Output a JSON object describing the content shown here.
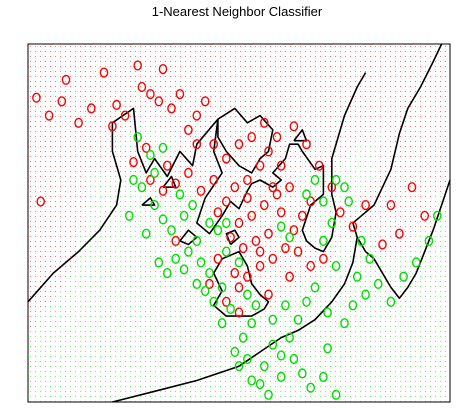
{
  "chart_data": {
    "type": "scatter",
    "title": "1-Nearest Neighbor Classifier",
    "xlabel": "",
    "ylabel": "",
    "xlim": [
      0,
      1
    ],
    "ylim": [
      0,
      1
    ],
    "grid": false,
    "background": "class-colored dot grid",
    "marker": "open circle",
    "colors": {
      "red": "#ff0000",
      "green": "#00dd00",
      "boundary": "#000000"
    },
    "series": [
      {
        "color": "#ff0000",
        "points": [
          [
            0.09,
            0.9
          ],
          [
            0.08,
            0.84
          ],
          [
            0.18,
            0.92
          ],
          [
            0.26,
            0.94
          ],
          [
            0.32,
            0.93
          ],
          [
            0.27,
            0.88
          ],
          [
            0.29,
            0.86
          ],
          [
            0.21,
            0.83
          ],
          [
            0.23,
            0.8
          ],
          [
            0.12,
            0.78
          ],
          [
            0.05,
            0.8
          ],
          [
            0.02,
            0.85
          ],
          [
            0.15,
            0.82
          ],
          [
            0.2,
            0.77
          ],
          [
            0.31,
            0.84
          ],
          [
            0.34,
            0.82
          ],
          [
            0.36,
            0.86
          ],
          [
            0.4,
            0.8
          ],
          [
            0.42,
            0.84
          ],
          [
            0.38,
            0.76
          ],
          [
            0.4,
            0.72
          ],
          [
            0.33,
            0.66
          ],
          [
            0.28,
            0.71
          ],
          [
            0.25,
            0.67
          ],
          [
            0.29,
            0.62
          ],
          [
            0.32,
            0.59
          ],
          [
            0.35,
            0.61
          ],
          [
            0.38,
            0.64
          ],
          [
            0.41,
            0.59
          ],
          [
            0.44,
            0.62
          ],
          [
            0.47,
            0.68
          ],
          [
            0.5,
            0.72
          ],
          [
            0.53,
            0.74
          ],
          [
            0.56,
            0.78
          ],
          [
            0.59,
            0.74
          ],
          [
            0.57,
            0.7
          ],
          [
            0.55,
            0.66
          ],
          [
            0.52,
            0.62
          ],
          [
            0.49,
            0.6
          ],
          [
            0.47,
            0.56
          ],
          [
            0.45,
            0.53
          ],
          [
            0.5,
            0.5
          ],
          [
            0.53,
            0.52
          ],
          [
            0.56,
            0.55
          ],
          [
            0.59,
            0.58
          ],
          [
            0.62,
            0.6
          ],
          [
            0.6,
            0.53
          ],
          [
            0.57,
            0.47
          ],
          [
            0.54,
            0.45
          ],
          [
            0.51,
            0.43
          ],
          [
            0.48,
            0.46
          ],
          [
            0.45,
            0.4
          ],
          [
            0.49,
            0.36
          ],
          [
            0.52,
            0.35
          ],
          [
            0.55,
            0.38
          ],
          [
            0.58,
            0.4
          ],
          [
            0.61,
            0.43
          ],
          [
            0.63,
            0.48
          ],
          [
            0.65,
            0.52
          ],
          [
            0.67,
            0.56
          ],
          [
            0.64,
            0.42
          ],
          [
            0.67,
            0.38
          ],
          [
            0.7,
            0.4
          ],
          [
            0.74,
            0.53
          ],
          [
            0.77,
            0.49
          ],
          [
            0.8,
            0.55
          ],
          [
            0.84,
            0.44
          ],
          [
            0.88,
            0.47
          ],
          [
            0.91,
            0.6
          ],
          [
            0.86,
            0.55
          ],
          [
            0.94,
            0.52
          ],
          [
            0.44,
            0.72
          ],
          [
            0.35,
            0.45
          ],
          [
            0.43,
            0.33
          ],
          [
            0.57,
            0.3
          ],
          [
            0.47,
            0.28
          ],
          [
            0.5,
            0.25
          ],
          [
            0.03,
            0.56
          ],
          [
            0.63,
            0.77
          ],
          [
            0.66,
            0.72
          ],
          [
            0.69,
            0.66
          ],
          [
            0.72,
            0.6
          ],
          [
            0.52,
            0.57
          ],
          [
            0.55,
            0.42
          ],
          [
            0.62,
            0.35
          ],
          [
            0.5,
            0.32
          ],
          [
            0.58,
            0.6
          ],
          [
            0.6,
            0.66
          ]
        ]
      },
      {
        "color": "#00dd00",
        "points": [
          [
            0.26,
            0.74
          ],
          [
            0.29,
            0.69
          ],
          [
            0.25,
            0.62
          ],
          [
            0.27,
            0.6
          ],
          [
            0.3,
            0.55
          ],
          [
            0.32,
            0.51
          ],
          [
            0.34,
            0.48
          ],
          [
            0.37,
            0.52
          ],
          [
            0.39,
            0.55
          ],
          [
            0.36,
            0.58
          ],
          [
            0.4,
            0.45
          ],
          [
            0.38,
            0.42
          ],
          [
            0.41,
            0.39
          ],
          [
            0.43,
            0.36
          ],
          [
            0.42,
            0.31
          ],
          [
            0.44,
            0.28
          ],
          [
            0.46,
            0.32
          ],
          [
            0.4,
            0.33
          ],
          [
            0.37,
            0.37
          ],
          [
            0.35,
            0.4
          ],
          [
            0.33,
            0.36
          ],
          [
            0.31,
            0.39
          ],
          [
            0.28,
            0.47
          ],
          [
            0.24,
            0.52
          ],
          [
            0.45,
            0.48
          ],
          [
            0.43,
            0.5
          ],
          [
            0.47,
            0.42
          ],
          [
            0.5,
            0.39
          ],
          [
            0.52,
            0.3
          ],
          [
            0.54,
            0.27
          ],
          [
            0.53,
            0.22
          ],
          [
            0.51,
            0.18
          ],
          [
            0.49,
            0.14
          ],
          [
            0.52,
            0.12
          ],
          [
            0.56,
            0.1
          ],
          [
            0.58,
            0.16
          ],
          [
            0.6,
            0.13
          ],
          [
            0.62,
            0.18
          ],
          [
            0.63,
            0.12
          ],
          [
            0.65,
            0.08
          ],
          [
            0.67,
            0.04
          ],
          [
            0.7,
            0.07
          ],
          [
            0.73,
            0.02
          ],
          [
            0.75,
            0.22
          ],
          [
            0.77,
            0.27
          ],
          [
            0.8,
            0.3
          ],
          [
            0.78,
            0.35
          ],
          [
            0.73,
            0.38
          ],
          [
            0.7,
            0.45
          ],
          [
            0.72,
            0.5
          ],
          [
            0.7,
            0.56
          ],
          [
            0.68,
            0.62
          ],
          [
            0.66,
            0.58
          ],
          [
            0.73,
            0.62
          ],
          [
            0.76,
            0.56
          ],
          [
            0.79,
            0.45
          ],
          [
            0.81,
            0.4
          ],
          [
            0.83,
            0.33
          ],
          [
            0.86,
            0.28
          ],
          [
            0.89,
            0.35
          ],
          [
            0.92,
            0.39
          ],
          [
            0.95,
            0.45
          ],
          [
            0.97,
            0.52
          ],
          [
            0.61,
            0.27
          ],
          [
            0.64,
            0.23
          ],
          [
            0.66,
            0.28
          ],
          [
            0.68,
            0.32
          ],
          [
            0.71,
            0.25
          ],
          [
            0.55,
            0.05
          ],
          [
            0.57,
            0.02
          ],
          [
            0.6,
            0.07
          ],
          [
            0.71,
            0.15
          ],
          [
            0.48,
            0.26
          ],
          [
            0.46,
            0.22
          ],
          [
            0.3,
            0.64
          ],
          [
            0.32,
            0.71
          ],
          [
            0.47,
            0.5
          ],
          [
            0.6,
            0.49
          ],
          [
            0.62,
            0.46
          ],
          [
            0.75,
            0.6
          ],
          [
            0.58,
            0.23
          ],
          [
            0.5,
            0.1
          ],
          [
            0.53,
            0.06
          ]
        ]
      }
    ],
    "boundaries": [
      [
        [
          0.0,
          0.28
        ],
        [
          0.06,
          0.36
        ],
        [
          0.12,
          0.42
        ],
        [
          0.17,
          0.48
        ],
        [
          0.21,
          0.55
        ],
        [
          0.22,
          0.62
        ],
        [
          0.2,
          0.7
        ],
        [
          0.2,
          0.78
        ],
        [
          0.25,
          0.82
        ],
        [
          0.26,
          0.7
        ],
        [
          0.28,
          0.64
        ],
        [
          0.3,
          0.68
        ],
        [
          0.33,
          0.63
        ],
        [
          0.36,
          0.7
        ],
        [
          0.39,
          0.66
        ],
        [
          0.4,
          0.72
        ],
        [
          0.45,
          0.79
        ],
        [
          0.44,
          0.7
        ],
        [
          0.46,
          0.64
        ],
        [
          0.42,
          0.57
        ],
        [
          0.4,
          0.5
        ],
        [
          0.43,
          0.47
        ],
        [
          0.46,
          0.52
        ],
        [
          0.48,
          0.56
        ],
        [
          0.5,
          0.54
        ],
        [
          0.52,
          0.59
        ],
        [
          0.53,
          0.61
        ],
        [
          0.55,
          0.62
        ],
        [
          0.58,
          0.6
        ],
        [
          0.6,
          0.62
        ],
        [
          0.58,
          0.64
        ],
        [
          0.61,
          0.68
        ],
        [
          0.62,
          0.72
        ],
        [
          0.64,
          0.72
        ],
        [
          0.65,
          0.7
        ],
        [
          0.68,
          0.65
        ],
        [
          0.7,
          0.66
        ],
        [
          0.7,
          0.58
        ],
        [
          0.67,
          0.55
        ],
        [
          0.65,
          0.48
        ],
        [
          0.66,
          0.45
        ],
        [
          0.68,
          0.43
        ],
        [
          0.7,
          0.42
        ],
        [
          0.72,
          0.46
        ],
        [
          0.73,
          0.53
        ],
        [
          0.72,
          0.58
        ],
        [
          0.72,
          0.68
        ],
        [
          0.75,
          0.8
        ],
        [
          0.78,
          0.88
        ],
        [
          0.8,
          0.92
        ]
      ],
      [
        [
          0.45,
          0.79
        ],
        [
          0.49,
          0.82
        ],
        [
          0.52,
          0.78
        ],
        [
          0.55,
          0.8
        ],
        [
          0.58,
          0.76
        ],
        [
          0.57,
          0.7
        ],
        [
          0.55,
          0.68
        ],
        [
          0.53,
          0.64
        ],
        [
          0.5,
          0.66
        ],
        [
          0.47,
          0.7
        ],
        [
          0.45,
          0.74
        ],
        [
          0.45,
          0.79
        ]
      ],
      [
        [
          0.63,
          0.73
        ],
        [
          0.65,
          0.76
        ],
        [
          0.66,
          0.73
        ],
        [
          0.63,
          0.73
        ]
      ],
      [
        [
          0.48,
          0.44
        ],
        [
          0.47,
          0.47
        ],
        [
          0.49,
          0.48
        ],
        [
          0.5,
          0.46
        ],
        [
          0.48,
          0.44
        ]
      ],
      [
        [
          0.36,
          0.45
        ],
        [
          0.38,
          0.48
        ],
        [
          0.4,
          0.46
        ],
        [
          0.38,
          0.44
        ],
        [
          0.36,
          0.45
        ]
      ],
      [
        [
          0.44,
          0.36
        ],
        [
          0.46,
          0.31
        ],
        [
          0.44,
          0.27
        ],
        [
          0.47,
          0.24
        ],
        [
          0.53,
          0.24
        ],
        [
          0.56,
          0.26
        ],
        [
          0.57,
          0.28
        ],
        [
          0.55,
          0.3
        ],
        [
          0.53,
          0.33
        ],
        [
          0.52,
          0.38
        ],
        [
          0.5,
          0.42
        ],
        [
          0.46,
          0.4
        ],
        [
          0.44,
          0.36
        ]
      ],
      [
        [
          0.2,
          0.0
        ],
        [
          0.3,
          0.03
        ],
        [
          0.4,
          0.06
        ],
        [
          0.5,
          0.1
        ],
        [
          0.55,
          0.14
        ],
        [
          0.6,
          0.18
        ],
        [
          0.64,
          0.2
        ],
        [
          0.68,
          0.23
        ],
        [
          0.72,
          0.28
        ],
        [
          0.75,
          0.33
        ],
        [
          0.77,
          0.39
        ],
        [
          0.78,
          0.46
        ],
        [
          0.77,
          0.5
        ],
        [
          0.79,
          0.52
        ],
        [
          0.82,
          0.55
        ],
        [
          0.84,
          0.6
        ],
        [
          0.86,
          0.65
        ],
        [
          0.88,
          0.75
        ],
        [
          0.9,
          0.82
        ],
        [
          0.93,
          0.88
        ],
        [
          0.96,
          0.95
        ],
        [
          0.98,
          1.0
        ]
      ],
      [
        [
          0.78,
          0.46
        ],
        [
          0.8,
          0.42
        ],
        [
          0.82,
          0.4
        ],
        [
          0.84,
          0.36
        ],
        [
          0.86,
          0.32
        ],
        [
          0.88,
          0.29
        ],
        [
          0.9,
          0.32
        ],
        [
          0.92,
          0.36
        ],
        [
          0.94,
          0.42
        ],
        [
          0.96,
          0.48
        ],
        [
          0.98,
          0.55
        ],
        [
          1.0,
          0.62
        ]
      ],
      [
        [
          0.32,
          0.6
        ],
        [
          0.34,
          0.63
        ],
        [
          0.35,
          0.6
        ],
        [
          0.32,
          0.6
        ]
      ],
      [
        [
          0.27,
          0.55
        ],
        [
          0.29,
          0.57
        ],
        [
          0.3,
          0.55
        ],
        [
          0.27,
          0.55
        ]
      ]
    ]
  }
}
